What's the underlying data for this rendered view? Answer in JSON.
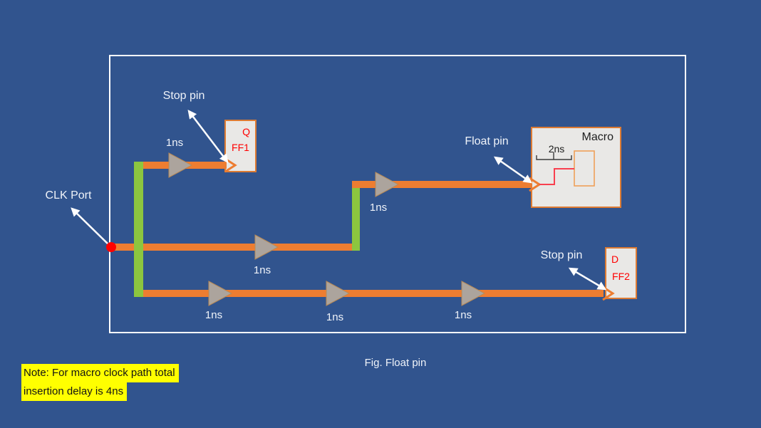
{
  "colors": {
    "background": "#31548E",
    "frame-border": "#FFFFFF",
    "wire": "#ED7D31",
    "branch": "#8CC63F",
    "buffer-fill": "#ACA49D",
    "buffer-edge": "#B98A56",
    "box-fill": "#E9E8E6",
    "box-border": "#DD7B33",
    "accent-red": "#FF0000",
    "macro-wire": "#F8404F",
    "inner-rect": "#EFA059",
    "note-highlight": "#FFFF00"
  },
  "labels": {
    "clk_port": "CLK Port",
    "ff1_stop_pin": "Stop pin",
    "ff2_stop_pin": "Stop pin",
    "float_pin": "Float pin",
    "caption": "Fig. Float pin"
  },
  "delays": [
    "1ns",
    "1ns",
    "1ns",
    "1ns",
    "1ns",
    "1ns"
  ],
  "macro": {
    "title": "Macro",
    "internal_delay": "2ns"
  },
  "ff1": {
    "pin": "Q",
    "name": "FF1"
  },
  "ff2": {
    "pin": "D",
    "name": "FF2"
  },
  "note": {
    "line1": "Note: For macro clock path total",
    "line2": "insertion delay is 4ns"
  }
}
